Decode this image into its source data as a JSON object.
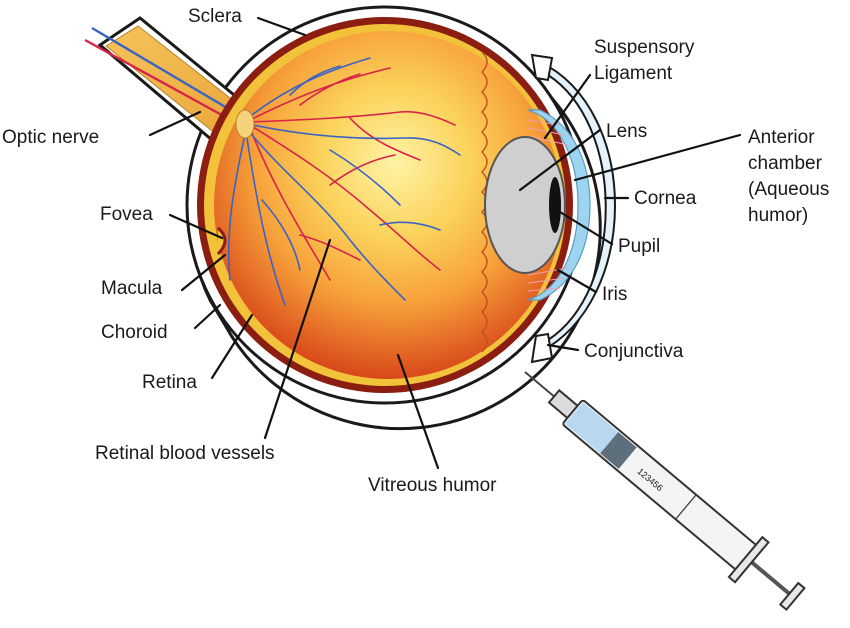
{
  "labels": {
    "sclera": "Sclera",
    "suspensory_1": "Suspensory",
    "suspensory_2": "Ligament",
    "optic_nerve": "Optic nerve",
    "lens": "Lens",
    "anterior_1": "Anterior",
    "anterior_2": "chamber",
    "anterior_3": "(Aqueous",
    "anterior_4": "humor)",
    "cornea": "Cornea",
    "fovea": "Fovea",
    "pupil": "Pupil",
    "iris": "Iris",
    "macula": "Macula",
    "choroid": "Choroid",
    "conjunctiva": "Conjunctiva",
    "retina": "Retina",
    "retinal_blood_vessels": "Retinal blood vessels",
    "vitreous_humor": "Vitreous humor"
  },
  "syringe_label": "123456",
  "colors": {
    "sclera_fill": "#ffffff",
    "outline": "#1a1a1a",
    "choroid": "#8b1e10",
    "retina_yellow": "#f2c23a",
    "vitreous_center": "#fff3a6",
    "vitreous_mid": "#f7a13a",
    "vitreous_edge": "#d8481a",
    "optic_nerve": "#f0b445",
    "artery": "#d8234a",
    "vein": "#3a63c4",
    "lens": "#cfcfcf",
    "iris": "#9dd4f0",
    "cornea": "#e3f2fb",
    "syringe_barrel": "#f4f4f4",
    "syringe_fluid": "#b9d7ee"
  }
}
